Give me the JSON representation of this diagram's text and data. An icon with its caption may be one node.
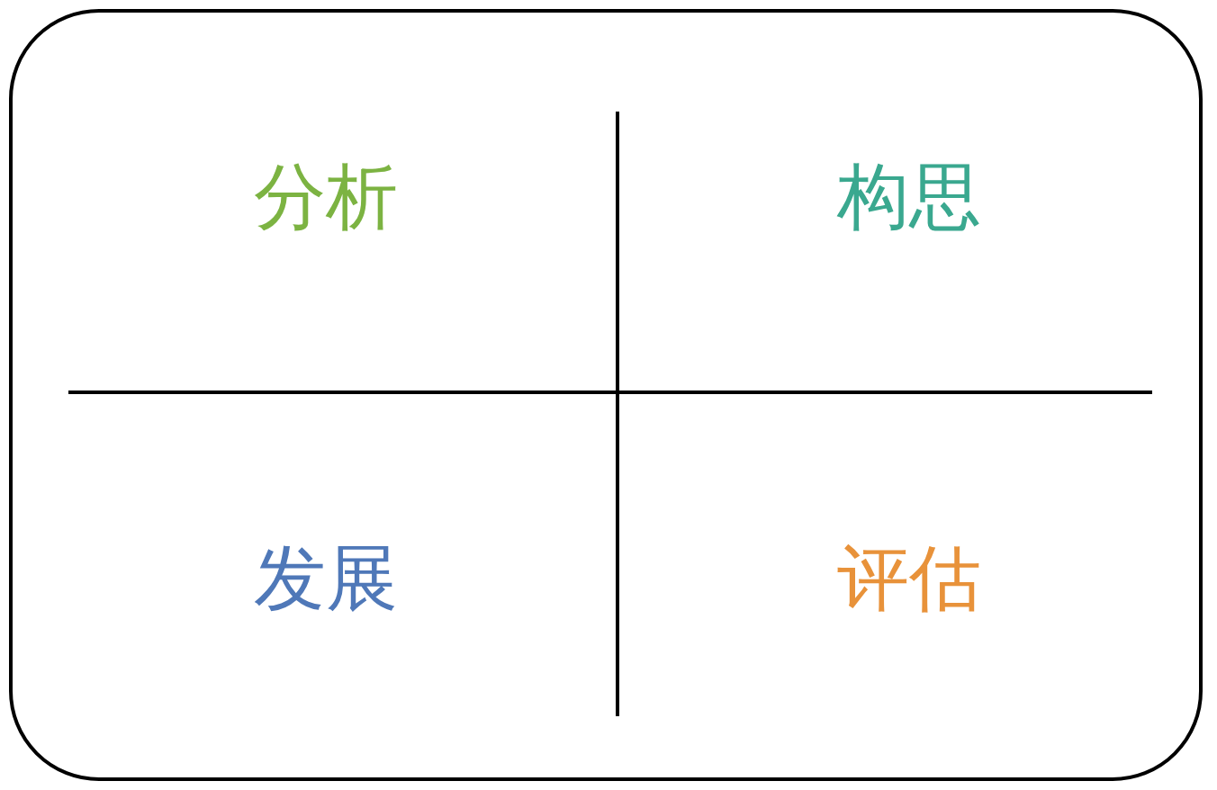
{
  "diagram": {
    "labels": [
      "分析",
      "构思",
      "发展",
      "评估"
    ]
  }
}
